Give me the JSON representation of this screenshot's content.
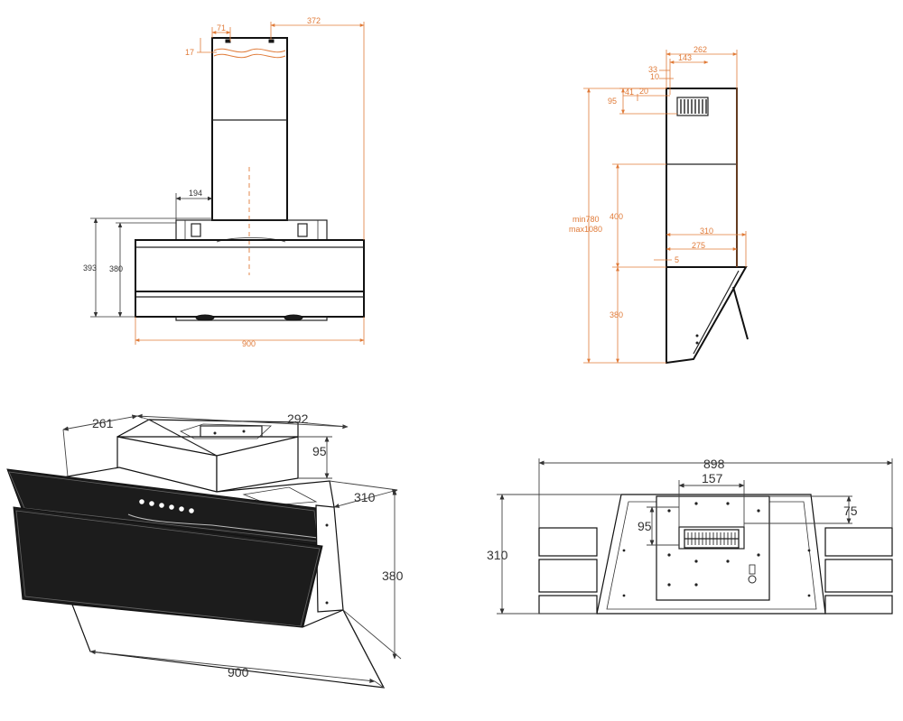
{
  "front_view": {
    "dim_71": "71",
    "dim_372": "372",
    "dim_17": "17",
    "dim_194": "194",
    "dim_393": "393",
    "dim_380": "380",
    "dim_900": "900"
  },
  "side_view": {
    "dim_262": "262",
    "dim_143": "143",
    "dim_33": "33",
    "dim_10": "10",
    "dim_41": "41",
    "dim_20": "20",
    "dim_95": "95",
    "dim_min": "min780",
    "dim_max": "max1080",
    "dim_400": "400",
    "dim_310": "310",
    "dim_275": "275",
    "dim_5": "5",
    "dim_380": "380"
  },
  "iso_view": {
    "dim_261": "261",
    "dim_292": "292",
    "dim_95": "95",
    "dim_310": "310",
    "dim_380": "380",
    "dim_900": "900"
  },
  "top_view": {
    "dim_898": "898",
    "dim_157": "157",
    "dim_75": "75",
    "dim_95": "95",
    "dim_310": "310"
  },
  "colors": {
    "line": "#222222",
    "dimension_orange": "#e07b39",
    "glass_dark": "#1c1c1c"
  }
}
